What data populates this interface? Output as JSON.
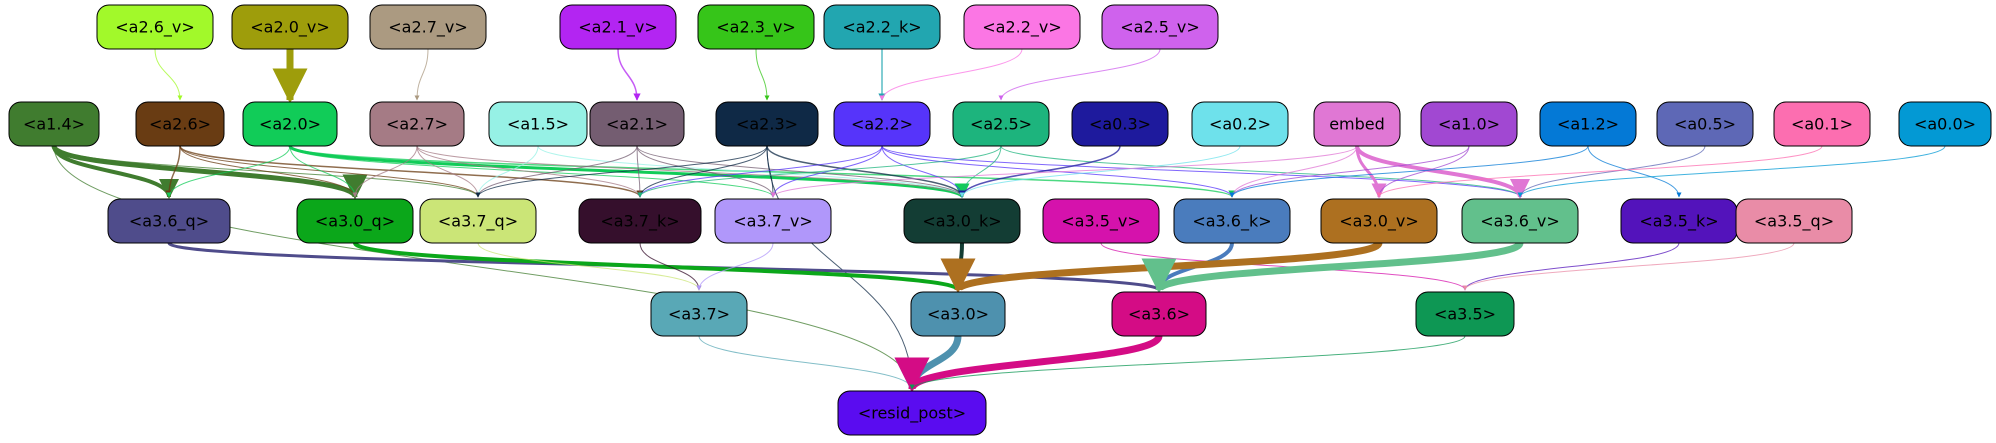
{
  "nodes": [
    {
      "id": "a2_6_v",
      "label": "<a2.6_v>",
      "fill": "#a2f92a",
      "text": "#000000"
    },
    {
      "id": "a2_0_v",
      "label": "<a2.0_v>",
      "fill": "#9e9d0b",
      "text": "#000000"
    },
    {
      "id": "a2_7_v",
      "label": "<a2.7_v>",
      "fill": "#ab9a81",
      "text": "#000000"
    },
    {
      "id": "a2_1_v",
      "label": "<a2.1_v>",
      "fill": "#b325f2",
      "text": "#000000"
    },
    {
      "id": "a2_3_v",
      "label": "<a2.3_v>",
      "fill": "#36c519",
      "text": "#000000"
    },
    {
      "id": "a2_2_k",
      "label": "<a2.2_k>",
      "fill": "#22a6b0",
      "text": "#000000"
    },
    {
      "id": "a2_2_v",
      "label": "<a2.2_v>",
      "fill": "#fb76e4",
      "text": "#000000"
    },
    {
      "id": "a2_5_v",
      "label": "<a2.5_v>",
      "fill": "#cf62ed",
      "text": "#000000"
    },
    {
      "id": "a1_4",
      "label": "<a1.4>",
      "fill": "#407c2f",
      "text": "#000000"
    },
    {
      "id": "a2_6",
      "label": "<a2.6>",
      "fill": "#693c13",
      "text": "#000000"
    },
    {
      "id": "a2_0",
      "label": "<a2.0>",
      "fill": "#11cc58",
      "text": "#000000"
    },
    {
      "id": "a2_7",
      "label": "<a2.7>",
      "fill": "#a57b85",
      "text": "#000000"
    },
    {
      "id": "a1_5",
      "label": "<a1.5>",
      "fill": "#96f1e5",
      "text": "#000000"
    },
    {
      "id": "a2_1",
      "label": "<a2.1>",
      "fill": "#745d71",
      "text": "#000000"
    },
    {
      "id": "a2_3",
      "label": "<a2.3>",
      "fill": "#0f2946",
      "text": "#000000"
    },
    {
      "id": "a2_2",
      "label": "<a2.2>",
      "fill": "#5634fa",
      "text": "#000000"
    },
    {
      "id": "a2_5",
      "label": "<a2.5>",
      "fill": "#1db47d",
      "text": "#000000"
    },
    {
      "id": "a0_3",
      "label": "<a0.3>",
      "fill": "#1e1a9d",
      "text": "#000000"
    },
    {
      "id": "a0_2",
      "label": "<a0.2>",
      "fill": "#6ee1eb",
      "text": "#000000"
    },
    {
      "id": "embed",
      "label": "embed",
      "fill": "#e077d4",
      "text": "#000000"
    },
    {
      "id": "a1_0",
      "label": "<a1.0>",
      "fill": "#a148d2",
      "text": "#000000"
    },
    {
      "id": "a1_2",
      "label": "<a1.2>",
      "fill": "#0479d6",
      "text": "#000000"
    },
    {
      "id": "a0_5",
      "label": "<a0.5>",
      "fill": "#5e68b6",
      "text": "#000000"
    },
    {
      "id": "a0_1",
      "label": "<a0.1>",
      "fill": "#fc6eb0",
      "text": "#000000"
    },
    {
      "id": "a0_0",
      "label": "<a0.0>",
      "fill": "#0399d4",
      "text": "#000000"
    },
    {
      "id": "a3_6_q",
      "label": "<a3.6_q>",
      "fill": "#4f4c8b",
      "text": "#000000"
    },
    {
      "id": "a3_0_q",
      "label": "<a3.0_q>",
      "fill": "#0ba71a",
      "text": "#000000"
    },
    {
      "id": "a3_7_q",
      "label": "<a3.7_q>",
      "fill": "#cbe577",
      "text": "#000000"
    },
    {
      "id": "a3_7_k",
      "label": "<a3.7_k>",
      "fill": "#350f2c",
      "text": "#000000"
    },
    {
      "id": "a3_7_v",
      "label": "<a3.7_v>",
      "fill": "#b097fa",
      "text": "#000000"
    },
    {
      "id": "a3_0_k",
      "label": "<a3.0_k>",
      "fill": "#133d34",
      "text": "#000000"
    },
    {
      "id": "a3_5_v",
      "label": "<a3.5_v>",
      "fill": "#d512ac",
      "text": "#000000"
    },
    {
      "id": "a3_6_k",
      "label": "<a3.6_k>",
      "fill": "#4a7cbd",
      "text": "#000000"
    },
    {
      "id": "a3_0_v",
      "label": "<a3.0_v>",
      "fill": "#ad7020",
      "text": "#000000"
    },
    {
      "id": "a3_6_v",
      "label": "<a3.6_v>",
      "fill": "#62c08c",
      "text": "#000000"
    },
    {
      "id": "a3_5_k",
      "label": "<a3.5_k>",
      "fill": "#5313bb",
      "text": "#000000"
    },
    {
      "id": "a3_5_q",
      "label": "<a3.5_q>",
      "fill": "#e98ca7",
      "text": "#000000"
    },
    {
      "id": "a3_7",
      "label": "<a3.7>",
      "fill": "#59a8b6",
      "text": "#000000"
    },
    {
      "id": "a3_0",
      "label": "<a3.0>",
      "fill": "#4e91ae",
      "text": "#000000"
    },
    {
      "id": "a3_6",
      "label": "<a3.6>",
      "fill": "#d40c85",
      "text": "#000000"
    },
    {
      "id": "a3_5",
      "label": "<a3.5>",
      "fill": "#0e9754",
      "text": "#000000"
    },
    {
      "id": "resid_post",
      "label": "<resid_post>",
      "fill": "#5a0cf0",
      "text": "#000000"
    }
  ],
  "edges": [
    {
      "from": "a2_6_v",
      "to": "a2_6",
      "color": "#a2f92a",
      "width": 1
    },
    {
      "from": "a2_0_v",
      "to": "a2_0",
      "color": "#9e9d0b",
      "width": 7
    },
    {
      "from": "a2_7_v",
      "to": "a2_7",
      "color": "#ab9a81",
      "width": 1
    },
    {
      "from": "a2_1_v",
      "to": "a2_1",
      "color": "#b325f2",
      "width": 1.5
    },
    {
      "from": "a2_3_v",
      "to": "a2_3",
      "color": "#36c519",
      "width": 1
    },
    {
      "from": "a2_2_k",
      "to": "a2_2",
      "color": "#22a6b0",
      "width": 1.5
    },
    {
      "from": "a2_2_v",
      "to": "a2_2",
      "color": "#fb76e4",
      "width": 1
    },
    {
      "from": "a2_5_v",
      "to": "a2_5",
      "color": "#cf62ed",
      "width": 1
    },
    {
      "from": "a1_4",
      "to": "a3_6_q",
      "color": "#407c2f",
      "width": 4
    },
    {
      "from": "a1_4",
      "to": "a3_0_q",
      "color": "#407c2f",
      "width": 5
    },
    {
      "from": "a1_4",
      "to": "a3_7_q",
      "color": "#407c2f",
      "width": 1
    },
    {
      "from": "a1_4",
      "to": "resid_post",
      "color": "#407c2f",
      "width": 1
    },
    {
      "from": "a2_6",
      "to": "a3_6_q",
      "color": "#693c13",
      "width": 1.5
    },
    {
      "from": "a2_6",
      "to": "a3_0_q",
      "color": "#693c13",
      "width": 1
    },
    {
      "from": "a2_6",
      "to": "a3_7_q",
      "color": "#693c13",
      "width": 1
    },
    {
      "from": "a2_6",
      "to": "a3_7_k",
      "color": "#693c13",
      "width": 1.5
    },
    {
      "from": "a2_0",
      "to": "a3_6_q",
      "color": "#11cc58",
      "width": 1
    },
    {
      "from": "a2_0",
      "to": "a3_0_q",
      "color": "#11cc58",
      "width": 1
    },
    {
      "from": "a2_0",
      "to": "a3_0_k",
      "color": "#11cc58",
      "width": 3
    },
    {
      "from": "a2_0",
      "to": "a3_6_k",
      "color": "#11cc58",
      "width": 1.5
    },
    {
      "from": "a2_0",
      "to": "a3_7_v",
      "color": "#11cc58",
      "width": 1
    },
    {
      "from": "a2_7",
      "to": "a3_0_q",
      "color": "#a57b85",
      "width": 1
    },
    {
      "from": "a2_7",
      "to": "a3_7_q",
      "color": "#a57b85",
      "width": 1
    },
    {
      "from": "a2_7",
      "to": "a3_7_k",
      "color": "#a57b85",
      "width": 1
    },
    {
      "from": "a2_7",
      "to": "a3_0_k",
      "color": "#a57b85",
      "width": 1
    },
    {
      "from": "a1_5",
      "to": "a3_7_q",
      "color": "#96f1e5",
      "width": 1
    },
    {
      "from": "a1_5",
      "to": "a3_0_k",
      "color": "#96f1e5",
      "width": 1
    },
    {
      "from": "a2_1",
      "to": "a3_7_q",
      "color": "#745d71",
      "width": 1
    },
    {
      "from": "a2_1",
      "to": "a3_7_k",
      "color": "#745d71",
      "width": 1
    },
    {
      "from": "a2_1",
      "to": "a3_7_v",
      "color": "#745d71",
      "width": 1
    },
    {
      "from": "a2_1",
      "to": "a3_0_k",
      "color": "#745d71",
      "width": 1
    },
    {
      "from": "a2_3",
      "to": "a3_7_q",
      "color": "#0f2946",
      "width": 1
    },
    {
      "from": "a2_3",
      "to": "a3_7_k",
      "color": "#0f2946",
      "width": 1
    },
    {
      "from": "a2_3",
      "to": "a3_7_v",
      "color": "#0f2946",
      "width": 1
    },
    {
      "from": "a2_3",
      "to": "a3_0_k",
      "color": "#0f2946",
      "width": 1.5
    },
    {
      "from": "a2_3",
      "to": "resid_post",
      "color": "#0f2946",
      "width": 1
    },
    {
      "from": "a2_2",
      "to": "a3_7_k",
      "color": "#5634fa",
      "width": 1
    },
    {
      "from": "a2_2",
      "to": "a3_7_v",
      "color": "#5634fa",
      "width": 1
    },
    {
      "from": "a2_2",
      "to": "a3_0_k",
      "color": "#5634fa",
      "width": 1
    },
    {
      "from": "a2_2",
      "to": "a3_6_k",
      "color": "#5634fa",
      "width": 1
    },
    {
      "from": "a2_2",
      "to": "a3_6_v",
      "color": "#5634fa",
      "width": 1
    },
    {
      "from": "a2_5",
      "to": "a3_7_k",
      "color": "#1db47d",
      "width": 1
    },
    {
      "from": "a2_5",
      "to": "a3_0_k",
      "color": "#1db47d",
      "width": 1
    },
    {
      "from": "a2_5",
      "to": "a3_6_v",
      "color": "#1db47d",
      "width": 1
    },
    {
      "from": "a0_3",
      "to": "a3_0_k",
      "color": "#1e1a9d",
      "width": 1.5
    },
    {
      "from": "a0_2",
      "to": "a3_0_k",
      "color": "#6ee1eb",
      "width": 1
    },
    {
      "from": "embed",
      "to": "a3_0_v",
      "color": "#e077d4",
      "width": 3
    },
    {
      "from": "embed",
      "to": "a3_6_v",
      "color": "#e077d4",
      "width": 4
    },
    {
      "from": "embed",
      "to": "a3_6_k",
      "color": "#e077d4",
      "width": 1
    },
    {
      "from": "embed",
      "to": "a3_7_v",
      "color": "#e077d4",
      "width": 1
    },
    {
      "from": "a1_0",
      "to": "a3_0_v",
      "color": "#a148d2",
      "width": 1
    },
    {
      "from": "a1_0",
      "to": "a3_6_k",
      "color": "#a148d2",
      "width": 1
    },
    {
      "from": "a1_2",
      "to": "a3_5_k",
      "color": "#0479d6",
      "width": 1
    },
    {
      "from": "a1_2",
      "to": "a3_6_k",
      "color": "#0479d6",
      "width": 1
    },
    {
      "from": "a0_5",
      "to": "a3_6_v",
      "color": "#5e68b6",
      "width": 1
    },
    {
      "from": "a0_1",
      "to": "a3_0_v",
      "color": "#fc6eb0",
      "width": 1
    },
    {
      "from": "a0_0",
      "to": "a3_6_v",
      "color": "#0399d4",
      "width": 1
    },
    {
      "from": "a3_6_q",
      "to": "a3_6",
      "color": "#4f4c8b",
      "width": 3
    },
    {
      "from": "a3_0_q",
      "to": "a3_0",
      "color": "#0ba71a",
      "width": 4
    },
    {
      "from": "a3_7_q",
      "to": "a3_7",
      "color": "#cbe577",
      "width": 1
    },
    {
      "from": "a3_7_k",
      "to": "a3_7",
      "color": "#350f2c",
      "width": 1
    },
    {
      "from": "a3_7_v",
      "to": "a3_7",
      "color": "#b097fa",
      "width": 1
    },
    {
      "from": "a3_0_k",
      "to": "a3_0",
      "color": "#133d34",
      "width": 4
    },
    {
      "from": "a3_5_v",
      "to": "a3_5",
      "color": "#d512ac",
      "width": 1
    },
    {
      "from": "a3_6_k",
      "to": "a3_6",
      "color": "#4a7cbd",
      "width": 4
    },
    {
      "from": "a3_0_v",
      "to": "a3_0",
      "color": "#ad7020",
      "width": 7
    },
    {
      "from": "a3_6_v",
      "to": "a3_6",
      "color": "#62c08c",
      "width": 7
    },
    {
      "from": "a3_5_k",
      "to": "a3_5",
      "color": "#5313bb",
      "width": 1
    },
    {
      "from": "a3_5_q",
      "to": "a3_5",
      "color": "#e98ca7",
      "width": 1
    },
    {
      "from": "a3_7",
      "to": "resid_post",
      "color": "#59a8b6",
      "width": 1
    },
    {
      "from": "a3_0",
      "to": "resid_post",
      "color": "#4e91ae",
      "width": 7
    },
    {
      "from": "a3_6",
      "to": "resid_post",
      "color": "#d40c85",
      "width": 7
    },
    {
      "from": "a3_5",
      "to": "resid_post",
      "color": "#0e9754",
      "width": 1
    }
  ]
}
